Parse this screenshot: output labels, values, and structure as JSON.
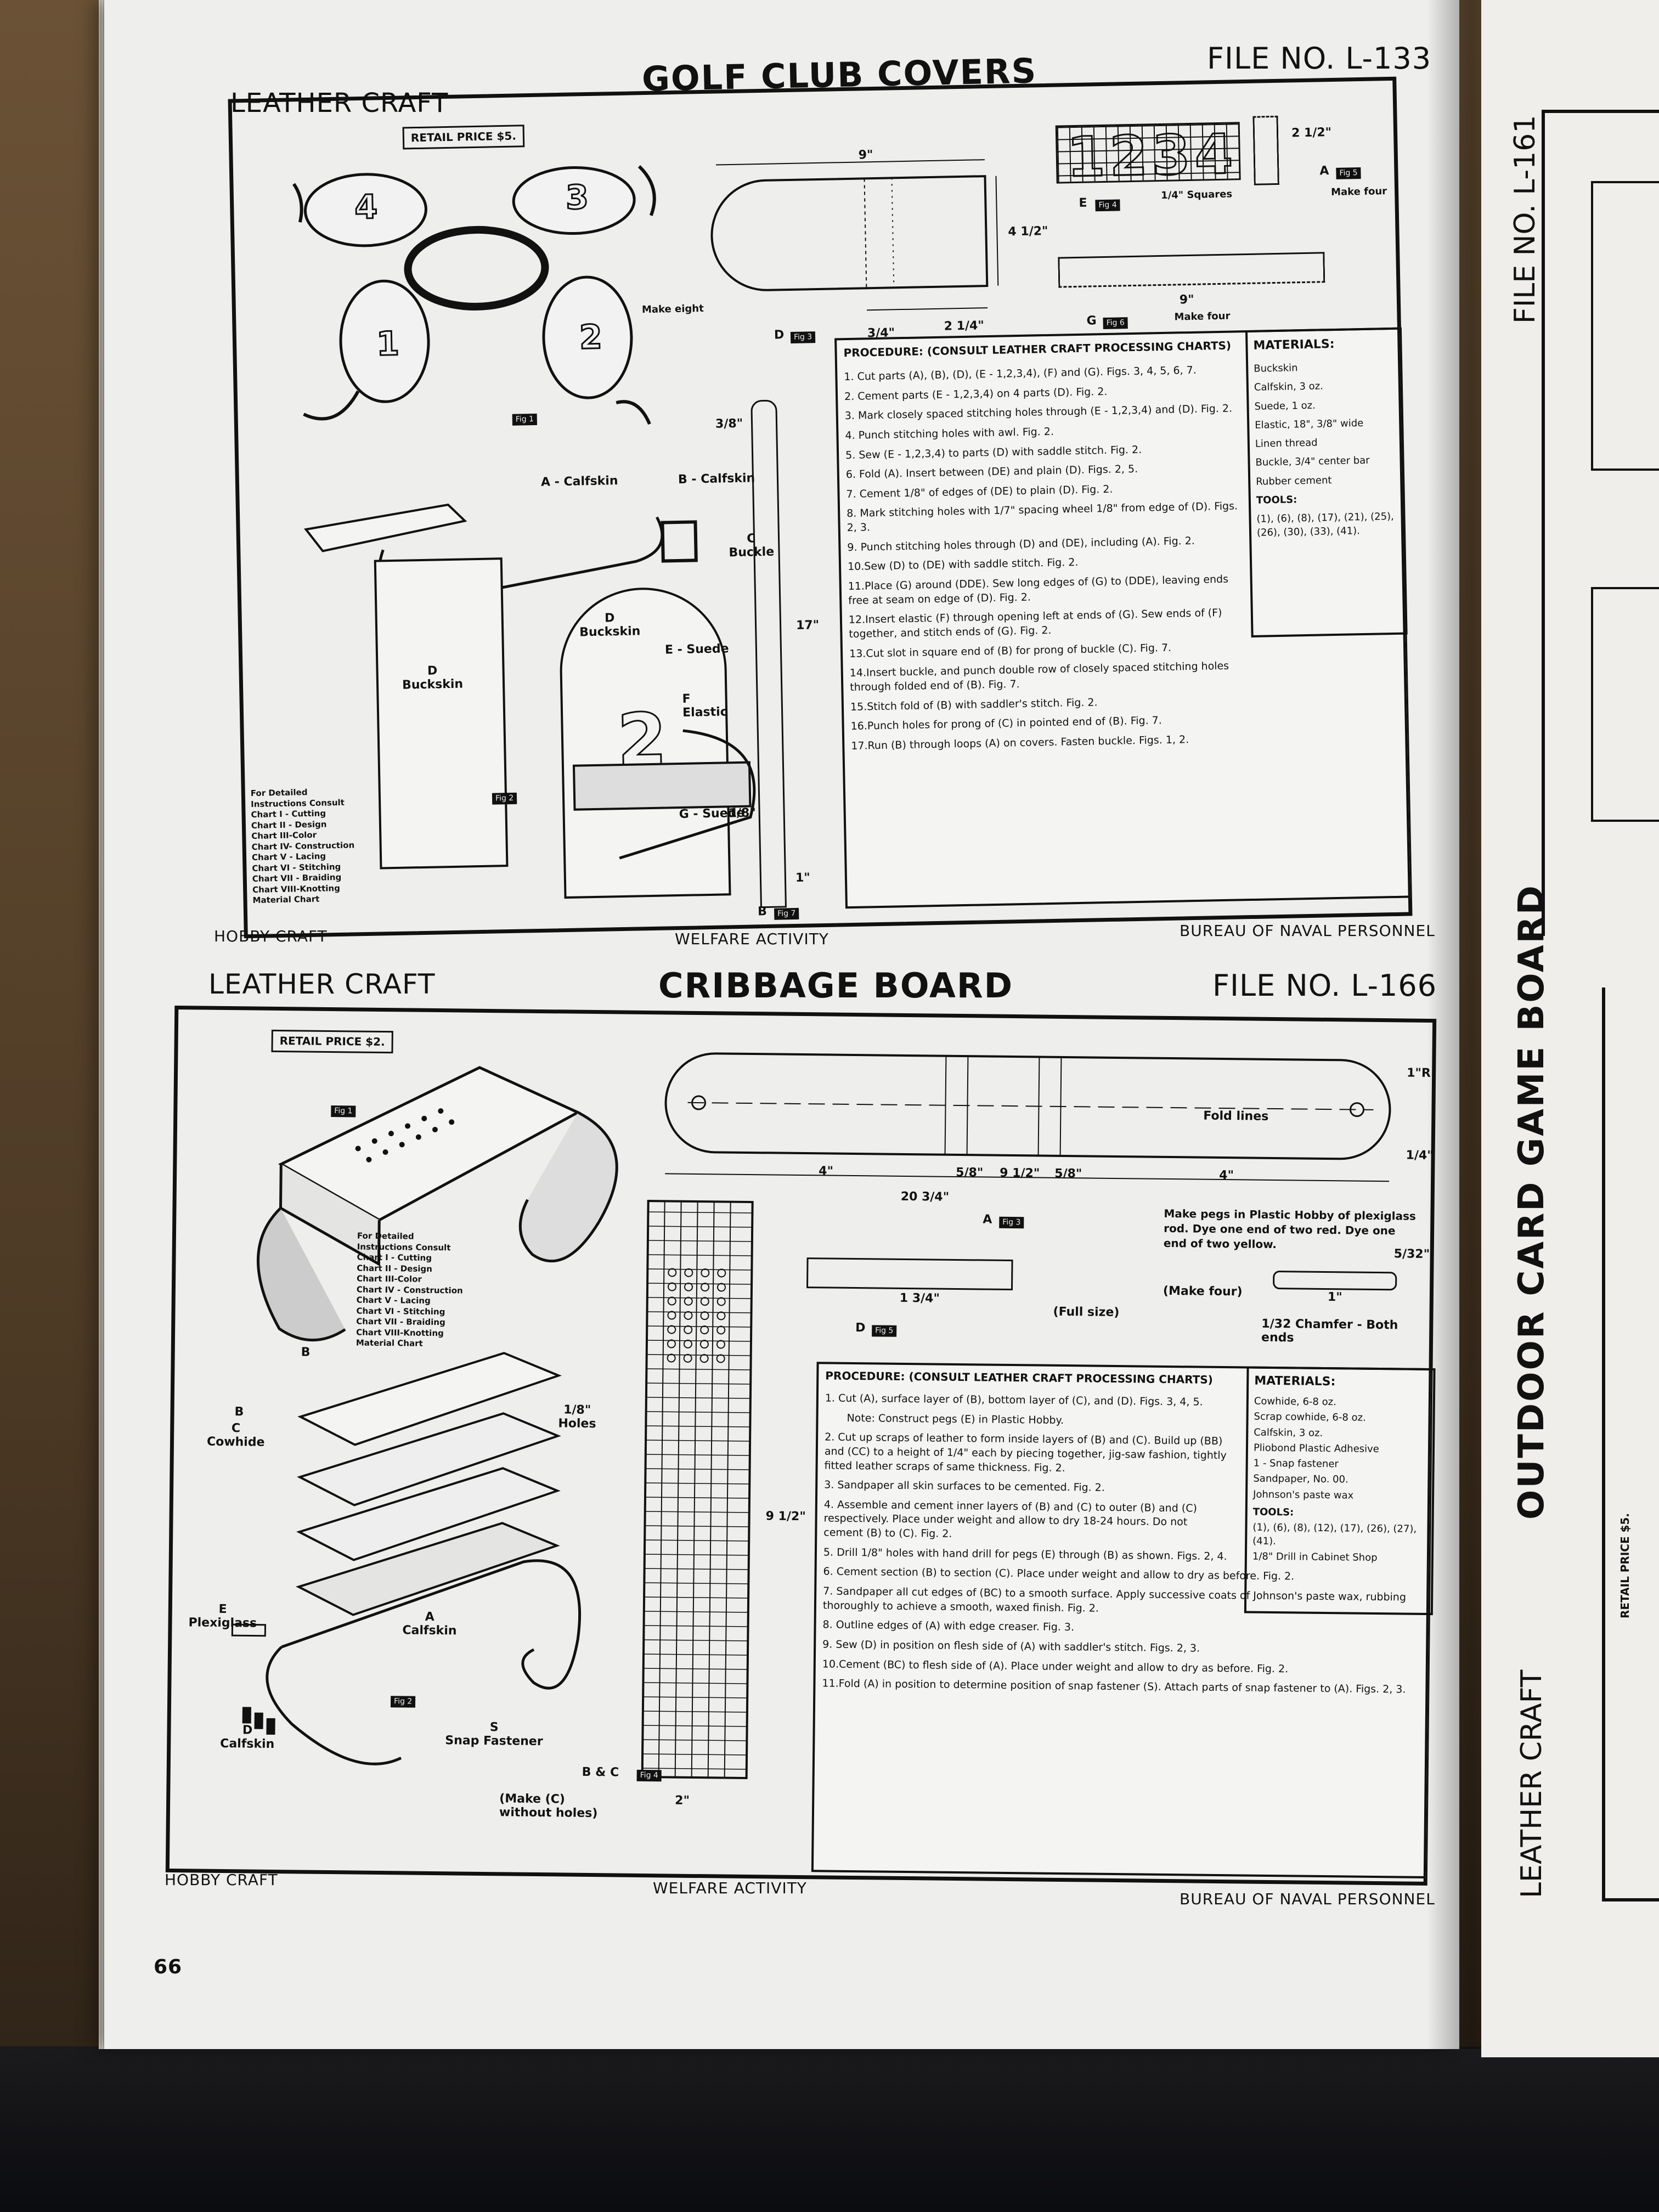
{
  "top": {
    "header_left": "LEATHER CRAFT",
    "title": "GOLF CLUB COVERS",
    "file_no": "FILE NO. L-133",
    "retail_price": "RETAIL PRICE  $5.",
    "fig1": "Fig 1",
    "fig2": "Fig 2",
    "fig3": "Fig 3",
    "fig4": "Fig 4",
    "fig5": "Fig 5",
    "fig6": "Fig 6",
    "fig7": "Fig 7",
    "labels": {
      "make_eight": "Make eight",
      "d": "D",
      "e": "E",
      "g": "G",
      "a": "A",
      "b": "B",
      "squares": "1/4\" Squares",
      "make_four_e": "Make four",
      "make_four_g": "Make four",
      "a_calfskin": "A - Calfskin",
      "b_calfskin": "B - Calfskin",
      "c_buckle": "C\nBuckle",
      "d_buckskin_1": "D\nBuckskin",
      "d_buckskin_2": "D\nBuckskin",
      "e_suede": "E - Suede",
      "f_elastic": "F\nElastic",
      "g_suede": "G - Suede",
      "dim_9": "9\"",
      "dim_9b": "9\"",
      "dim_4_5": "4 1/2\"",
      "dim_2_25": "2 1/4\"",
      "dim_3_4": "3/4\"",
      "dim_2_5": "2 1/2\"",
      "dim_17": "17\"",
      "dim_3_8": "3/8\"",
      "dim_1_8": "1/8\"",
      "dim_1": "1\"",
      "numbers": "1234"
    },
    "detail_note": "For Detailed\nInstructions Consult\nChart I - Cutting\nChart II - Design\nChart III-Color\nChart IV- Construction\nChart V - Lacing\nChart VI - Stitching\nChart VII - Braiding\nChart VIII-Knotting\nMaterial Chart",
    "procedure_heading": "PROCEDURE: (CONSULT LEATHER CRAFT PROCESSING CHARTS)",
    "procedure": [
      "1. Cut parts (A), (B), (D), (E - 1,2,3,4), (F) and (G). Figs. 3, 4, 5, 6, 7.",
      "2. Cement parts (E - 1,2,3,4) on 4 parts (D). Fig. 2.",
      "3. Mark closely spaced stitching holes through (E - 1,2,3,4) and (D). Fig. 2.",
      "4. Punch stitching holes with awl. Fig. 2.",
      "5. Sew (E - 1,2,3,4) to parts (D) with saddle stitch. Fig. 2.",
      "6. Fold (A). Insert between (DE) and plain (D). Figs. 2, 5.",
      "7. Cement 1/8\" of edges of (DE) to plain (D). Fig. 2.",
      "8. Mark stitching holes with 1/7\" spacing wheel 1/8\" from edge of (D). Figs. 2, 3.",
      "9. Punch stitching holes through (D) and (DE), including (A). Fig. 2.",
      "10.Sew (D) to (DE) with saddle stitch. Fig. 2.",
      "11.Place (G) around (DDE). Sew long edges of (G) to (DDE), leaving ends free at seam on edge of (D). Fig. 2.",
      "12.Insert elastic (F) through opening left at ends of (G). Sew ends of (F) together, and stitch ends of (G). Fig. 2.",
      "13.Cut slot in square end of (B) for prong of buckle (C). Fig. 7.",
      "14.Insert buckle, and punch double row of closely spaced stitching holes through folded end of (B). Fig. 7.",
      "15.Stitch fold of (B) with saddler's stitch. Fig. 2.",
      "16.Punch holes for prong of (C) in pointed end of (B). Fig. 7.",
      "17.Run (B) through loops (A) on covers. Fasten buckle. Figs. 1, 2."
    ],
    "materials_heading": "MATERIALS:",
    "materials": [
      "Buckskin",
      "Calfskin, 3 oz.",
      "Suede, 1 oz.",
      "Elastic, 18\", 3/8\" wide",
      "Linen thread",
      "Buckle, 3/4\" center bar",
      "Rubber cement"
    ],
    "tools_heading": "TOOLS:",
    "tools": "(1), (6), (8), (17), (21), (25), (26), (30), (33), (41).",
    "footer_left": "HOBBY CRAFT",
    "footer_center": "WELFARE ACTIVITY",
    "footer_right": "BUREAU OF NAVAL PERSONNEL"
  },
  "bottom": {
    "header_left": "LEATHER CRAFT",
    "title": "CRIBBAGE BOARD",
    "file_no": "FILE NO. L-166",
    "retail_price": "RETAIL PRICE  $2.",
    "fig1": "Fig 1",
    "fig2": "Fig 2",
    "fig3": "Fig 3",
    "fig4": "Fig 4",
    "fig5": "Fig 5",
    "labels": {
      "fold_lines": "Fold lines",
      "r1": "1\"R.",
      "dim_4a": "4\"",
      "dim_4b": "4\"",
      "dim_5_8a": "5/8\"",
      "dim_5_8b": "5/8\"",
      "dim_9_5": "9 1/2\"",
      "dim_20_75": "20 3/4\"",
      "dim_1_4": "1/4\"",
      "a": "A",
      "d": "D",
      "pegs_note": "Make pegs in Plastic Hobby of plexiglass rod. Dye one end of two red. Dye one end of two yellow.",
      "make_four": "(Make four)",
      "full_size": "(Full size)",
      "chamfer": "1/32 Chamfer - Both ends",
      "dim_5_32": "5/32\"",
      "dim_1": "1\"",
      "dim_1_75": "1 3/4\"",
      "holes": "1/8\"\nHoles",
      "dim_9_5b": "9 1/2\"",
      "dim_2": "2\"",
      "bc": "B & C",
      "make_c": "(Make (C)\nwithout holes)",
      "b": "B",
      "b2": "B",
      "c_cowhide": "C\nCowhide",
      "e_plexiglass": "E\nPlexiglass",
      "a_calfskin": "A\nCalfskin",
      "d_calfskin": "D\nCalfskin",
      "s_snap": "S\nSnap Fastener"
    },
    "detail_note": "For Detailed\nInstructions Consult\nChart I - Cutting\nChart II - Design\nChart III-Color\nChart IV - Construction\nChart V - Lacing\nChart VI - Stitching\nChart VII - Braiding\nChart VIII-Knotting\nMaterial Chart",
    "procedure_heading": "PROCEDURE: (CONSULT LEATHER CRAFT PROCESSING CHARTS)",
    "procedure": [
      "1. Cut (A), surface layer of (B), bottom layer of (C), and (D). Figs. 3, 4, 5.",
      "Note: Construct pegs (E) in Plastic Hobby.",
      "2. Cut up scraps of leather to form inside layers of (B) and (C). Build up (BB) and (CC) to a height of 1/4\" each by piecing together, jig-saw fashion, tightly fitted leather scraps of same thickness. Fig. 2.",
      "3. Sandpaper all skin surfaces to be cemented. Fig. 2.",
      "4. Assemble and cement inner layers of (B) and (C) to outer (B) and (C) respectively. Place under weight and allow to dry 18-24 hours. Do not cement (B) to (C). Fig. 2.",
      "5. Drill 1/8\" holes with hand drill for pegs (E) through (B) as shown. Figs. 2, 4.",
      "6. Cement section (B) to section (C). Place under weight and allow to dry as before. Fig. 2.",
      "7. Sandpaper all cut edges of (BC) to a smooth surface. Apply successive coats of Johnson's paste wax, rubbing thoroughly to achieve a smooth, waxed finish. Fig. 2.",
      "8. Outline edges of (A) with edge creaser. Fig. 3.",
      "9. Sew (D) in position on flesh side of (A) with saddler's stitch. Figs. 2, 3.",
      "10.Cement (BC) to flesh side of (A). Place under weight and allow to dry as before. Fig. 2.",
      "11.Fold (A) in position to determine position of snap fastener (S). Attach parts of snap fastener to (A). Figs. 2, 3."
    ],
    "materials_heading": "MATERIALS:",
    "materials": [
      "Cowhide, 6-8 oz.",
      "Scrap cowhide, 6-8 oz.",
      "Calfskin, 3 oz.",
      "Pliobond Plastic Adhesive",
      "1 - Snap fastener",
      "Sandpaper, No. 00.",
      "Johnson's paste wax"
    ],
    "tools_heading": "TOOLS:",
    "tools": "(1), (6), (8), (12), (17), (26), (27), (41).",
    "drill_note": "1/8\" Drill in Cabinet Shop",
    "footer_left": "HOBBY CRAFT",
    "footer_center": "WELFARE ACTIVITY",
    "footer_right": "BUREAU OF NAVAL PERSONNEL"
  },
  "page_number": "66",
  "right_page": {
    "file_no": "FILE NO. L-161",
    "title": "OUTDOOR CARD GAME BOARD",
    "header_left": "LEATHER CRAFT",
    "retail_price": "RETAIL PRICE $5."
  }
}
